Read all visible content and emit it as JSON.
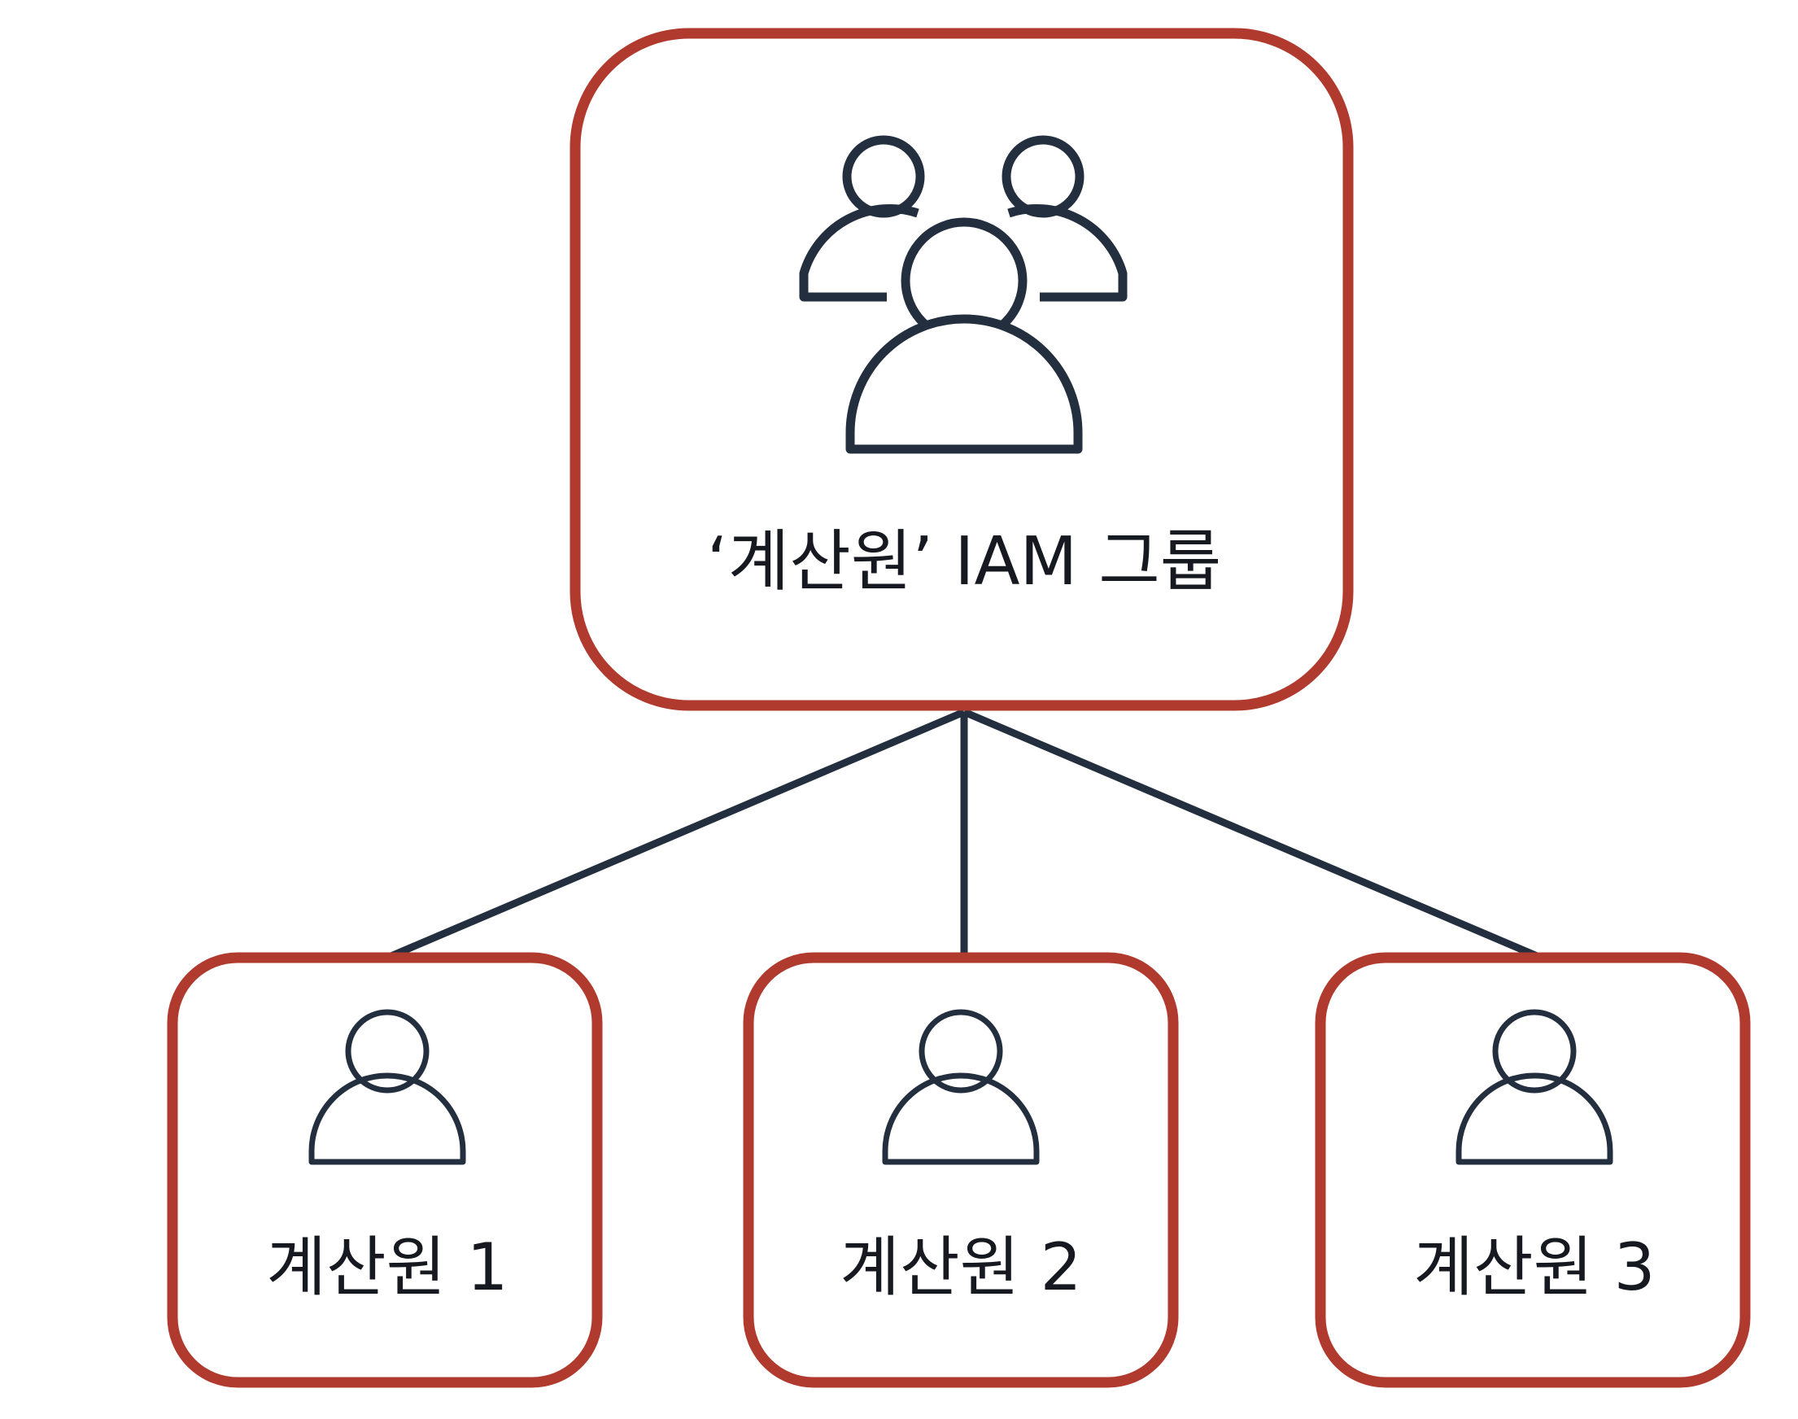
{
  "diagram": {
    "group": {
      "label": "‘계산원’ IAM 그룹",
      "icon": "users-group-icon"
    },
    "members": [
      {
        "label": "계산원 1",
        "icon": "user-icon"
      },
      {
        "label": "계산원 2",
        "icon": "user-icon"
      },
      {
        "label": "계산원 3",
        "icon": "user-icon"
      }
    ]
  },
  "colors": {
    "box_border": "#b03a2e",
    "icon_stroke": "#232f3e",
    "connector": "#232f3e",
    "text": "#16191f"
  }
}
